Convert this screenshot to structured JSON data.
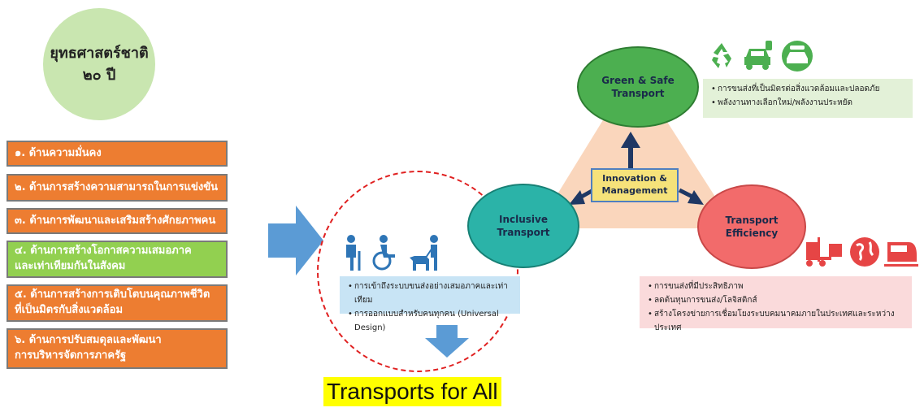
{
  "strategy": {
    "title_line1": "ยุทธศาสตร์ชาติ",
    "title_line2": "๒๐ ปี"
  },
  "goals": [
    {
      "line1": "๑. ด้านความมั่นคง",
      "line2": "",
      "color": "#ed7d31"
    },
    {
      "line1": "๒. ด้านการสร้างความสามารถในการแข่งขัน",
      "line2": "",
      "color": "#ed7d31"
    },
    {
      "line1": "๓. ด้านการพัฒนาและเสริมสร้างศักยภาพคน",
      "line2": "",
      "color": "#ed7d31"
    },
    {
      "line1": "๔. ด้านการสร้างโอกาสความเสมอภาค",
      "line2": "และเท่าเทียมกันในสังคม",
      "color": "#92d050"
    },
    {
      "line1": "๕. ด้านการสร้างการเติบโตบนคุณภาพชีวิต",
      "line2": "ที่เป็นมิตรกับสิ่งแวดล้อม",
      "color": "#ed7d31"
    },
    {
      "line1": "๖. ด้านการปรับสมดุลและพัฒนา",
      "line2": "การบริหารจัดการภาครัฐ",
      "color": "#ed7d31"
    }
  ],
  "nodes": {
    "green": {
      "line1": "Green & Safe",
      "line2": "Transport"
    },
    "inclusive": {
      "line1": "Inclusive",
      "line2": "Transport"
    },
    "efficiency": {
      "line1": "Transport",
      "line2": "Efficiency"
    }
  },
  "center_box": {
    "line1": "Innovation &",
    "line2": "Management"
  },
  "panels": {
    "green": [
      "การขนส่งที่เป็นมิตรต่อสิ่งแวดล้อมและปลอดภัย",
      "พลังงานทางเลือกใหม่/พลังงานประหยัด"
    ],
    "inclusive": [
      "การเข้าถึงระบบขนส่งอย่างเสมอภาคและเท่าเทียม",
      "การออกแบบสำหรับคนทุกคน (Universal Design)"
    ],
    "efficiency": [
      "การขนส่งที่มีประสิทธิภาพ",
      "ลดต้นทุนการขนส่ง/โลจิสติกส์",
      "สร้างโครงข่ายการเชื่อมโยงระบบคมนาคมภายในประเทศและระหว่างประเทศ"
    ]
  },
  "icons": {
    "green": [
      "recycle-icon",
      "electric-car-icon",
      "zero-emission-icon"
    ],
    "inclusive": [
      "elderly-person-icon",
      "wheelchair-icon",
      "guide-dog-icon"
    ],
    "efficiency": [
      "forklift-icon",
      "globe-icon",
      "train-icon"
    ]
  },
  "footer": {
    "title": "Transports for All"
  },
  "colors": {
    "orange": "#ed7d31",
    "green": "#92d050",
    "arrow_blue": "#5b9bd5",
    "dark_arrow": "#1f3864",
    "triangle": "#f9cfb0",
    "icon_green": "#4caf50",
    "icon_blue": "#2e75b6",
    "icon_red": "#e64545",
    "highlight": "#ffff00"
  }
}
